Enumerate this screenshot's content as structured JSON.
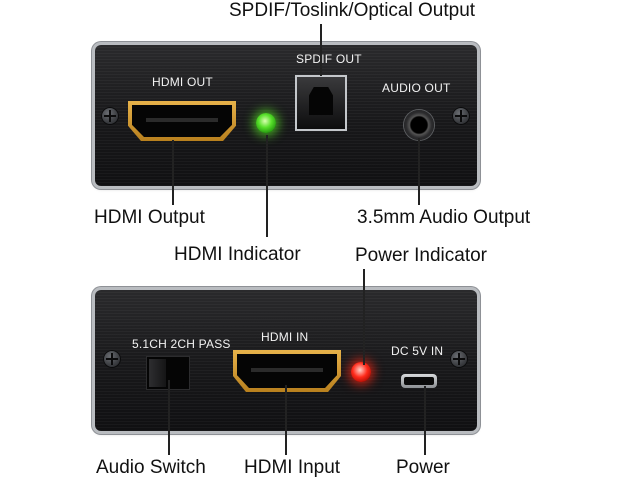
{
  "top_unit": {
    "port_labels": {
      "hdmi_out": "HDMI OUT",
      "spdif_out": "SPDIF OUT",
      "audio_out": "AUDIO OUT"
    },
    "callouts": {
      "spdif": "SPDIF/Toslink/Optical Output",
      "hdmi_output": "HDMI Output",
      "hdmi_indicator": "HDMI Indicator",
      "audio_output": "3.5mm Audio Output"
    },
    "indicator_color": "#57e02a"
  },
  "bottom_unit": {
    "port_labels": {
      "switch": "5.1CH 2CH PASS",
      "hdmi_in": "HDMI IN",
      "dc_in": "DC 5V IN"
    },
    "callouts": {
      "power_indicator": "Power Indicator",
      "audio_switch": "Audio Switch",
      "hdmi_input": "HDMI Input",
      "power": "Power"
    },
    "indicator_color": "#ff2a1a"
  }
}
